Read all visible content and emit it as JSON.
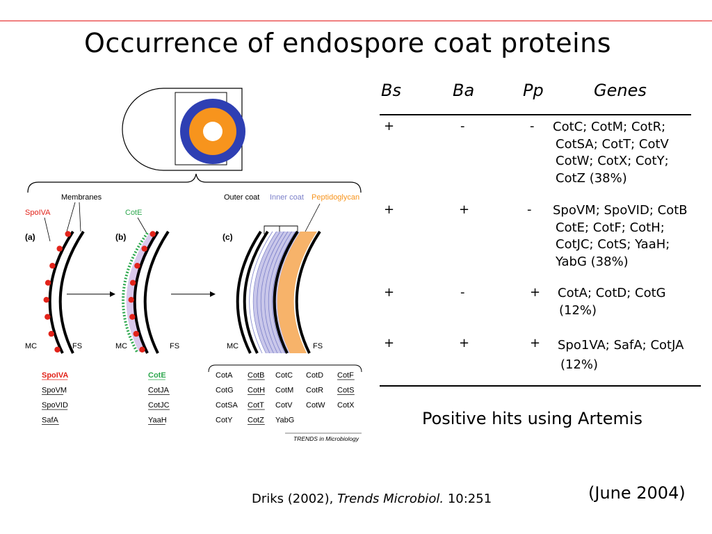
{
  "slide": {
    "title": "Occurrence of endospore coat proteins",
    "caption": "Positive hits using Artemis",
    "date": "(June 2004)",
    "citation_author": "Driks (2002), ",
    "citation_journal": "Trends Microbiol.",
    "citation_ref": " 10:251"
  },
  "table": {
    "headers": [
      "Bs",
      "Ba",
      "Pp",
      "Genes"
    ],
    "rows": [
      {
        "bs": "+",
        "ba": "-",
        "pp": "-",
        "genes": [
          "CotC; CotM; CotR;",
          "CotSA; CotT; CotV",
          "CotW; CotX; CotY;",
          "CotZ (38%)"
        ]
      },
      {
        "bs": "+",
        "ba": "+",
        "pp": "-",
        "genes": [
          "SpoVM; SpoVID; CotB",
          "CotE; CotF; CotH;",
          "CotJC; CotS; YaaH;",
          "YabG (38%)"
        ]
      },
      {
        "bs": "+",
        "ba": "-",
        "pp": "+",
        "genes": [
          "CotA; CotD; CotG",
          "(12%)"
        ]
      },
      {
        "bs": "+",
        "ba": "+",
        "pp": "+",
        "genes": [
          "Spo1VA; SafA; CotJA",
          "(12%)"
        ]
      }
    ]
  },
  "figure": {
    "labels": {
      "membranes": "Membranes",
      "outer_coat": "Outer coat",
      "inner_coat": "Inner coat",
      "peptidoglycan": "Peptidoglycan",
      "spoiva": "SpoIVA",
      "cote": "CotE",
      "panel_a": "(a)",
      "panel_b": "(b)",
      "panel_c": "(c)",
      "mc": "MC",
      "fs": "FS",
      "source": "TRENDS in Microbiology"
    },
    "list_a": [
      "SpoIVA",
      "SpoVM",
      "SpoVID",
      "SafA"
    ],
    "list_b": [
      "CotE",
      "CotJA",
      "CotJC",
      "YaaH"
    ],
    "list_c": [
      [
        "CotA",
        "CotB",
        "CotC",
        "CotD",
        "CotF"
      ],
      [
        "CotG",
        "CotH",
        "CotM",
        "CotR",
        "CotS"
      ],
      [
        "CotSA",
        "CotT",
        "CotV",
        "CotW",
        "CotX"
      ],
      [
        "CotY",
        "CotZ",
        "YabG"
      ]
    ],
    "colors": {
      "spoiva": "#e2231a",
      "cote": "#2fa84f",
      "inner_coat": "#7b7fc9",
      "peptidoglycan": "#f7941d",
      "ring_blue": "#2e3fb3",
      "ring_orange": "#f7941d"
    }
  }
}
